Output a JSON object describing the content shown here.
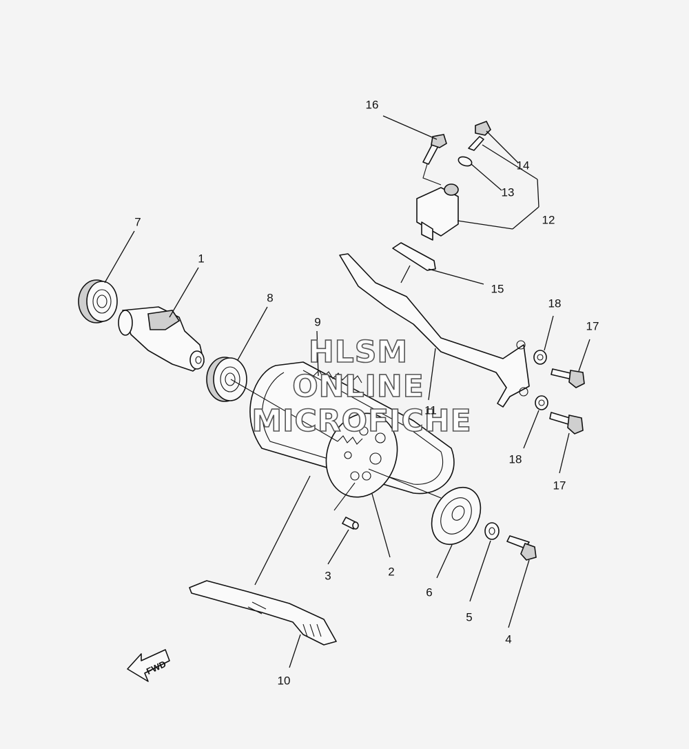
{
  "watermark": {
    "line1": "HLSM",
    "line2": "ONLINE",
    "line3": "MICROFICHE"
  },
  "direction_arrow": {
    "label": "FWD",
    "icon": "arrow-forward-icon"
  },
  "callouts": [
    {
      "id": "1",
      "part": "camshaft"
    },
    {
      "id": "2",
      "part": "cam-sprocket"
    },
    {
      "id": "3",
      "part": "dowel-pin"
    },
    {
      "id": "4",
      "part": "sprocket-bolt"
    },
    {
      "id": "5",
      "part": "washer"
    },
    {
      "id": "6",
      "part": "decompression-plate"
    },
    {
      "id": "7",
      "part": "bearing"
    },
    {
      "id": "8",
      "part": "bearing"
    },
    {
      "id": "9",
      "part": "decompression-spring"
    },
    {
      "id": "10",
      "part": "chain-guide"
    },
    {
      "id": "11",
      "part": "timing-chain"
    },
    {
      "id": "12",
      "part": "tensioner-assembly"
    },
    {
      "id": "13",
      "part": "gasket"
    },
    {
      "id": "14",
      "part": "cap-bolt"
    },
    {
      "id": "15",
      "part": "tensioner-gasket"
    },
    {
      "id": "16",
      "part": "bolt"
    },
    {
      "id": "17",
      "part": "bolt"
    },
    {
      "id": "18",
      "part": "washer"
    }
  ],
  "label_text": {
    "c1": "1",
    "c2": "2",
    "c3": "3",
    "c4": "4",
    "c5": "5",
    "c6": "6",
    "c7": "7",
    "c8": "8",
    "c9": "9",
    "c10": "10",
    "c11": "11",
    "c12": "12",
    "c13": "13",
    "c14": "14",
    "c15": "15",
    "c16": "16",
    "c17a": "17",
    "c17b": "17",
    "c18a": "18",
    "c18b": "18"
  }
}
